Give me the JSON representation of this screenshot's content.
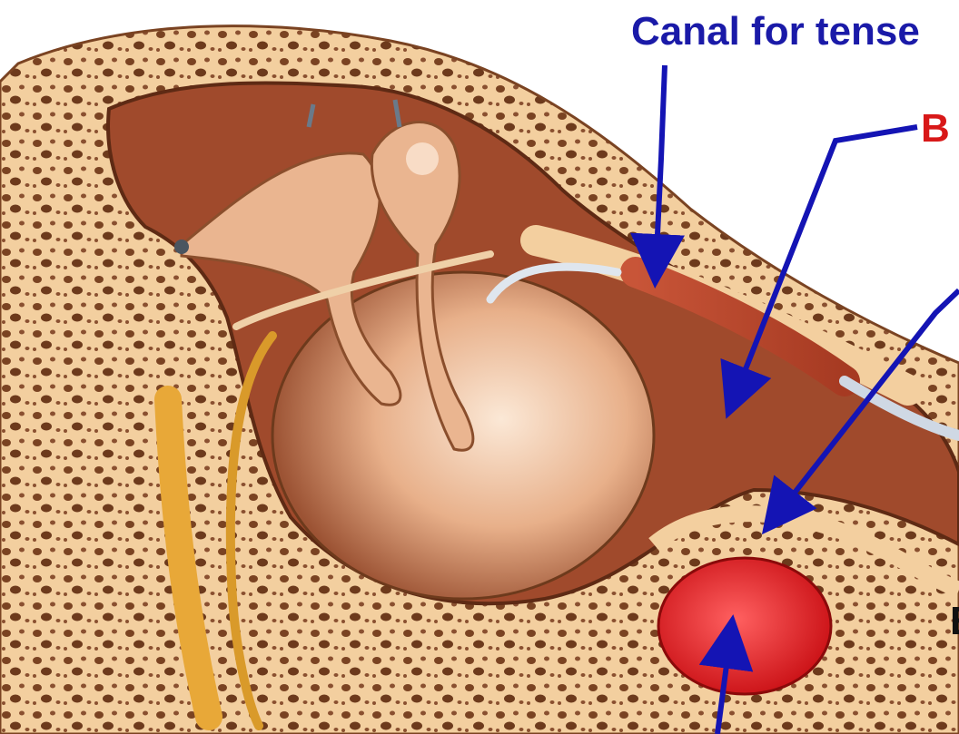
{
  "labels": {
    "canal": "Canal for tense",
    "b": "B",
    "e": "E"
  },
  "colors": {
    "label_blue": "#1a1aa8",
    "label_red": "#d81818",
    "bone": "#f3cf9f",
    "bone_dark": "#7a4322",
    "cavity": "#a04a2c",
    "ossicle": "#eab590",
    "membrane": "#f6d3b0",
    "muscle": "#b8452b",
    "vessel": "#e02222",
    "nerve": "#e8a838",
    "arrow": "#1414b4"
  }
}
